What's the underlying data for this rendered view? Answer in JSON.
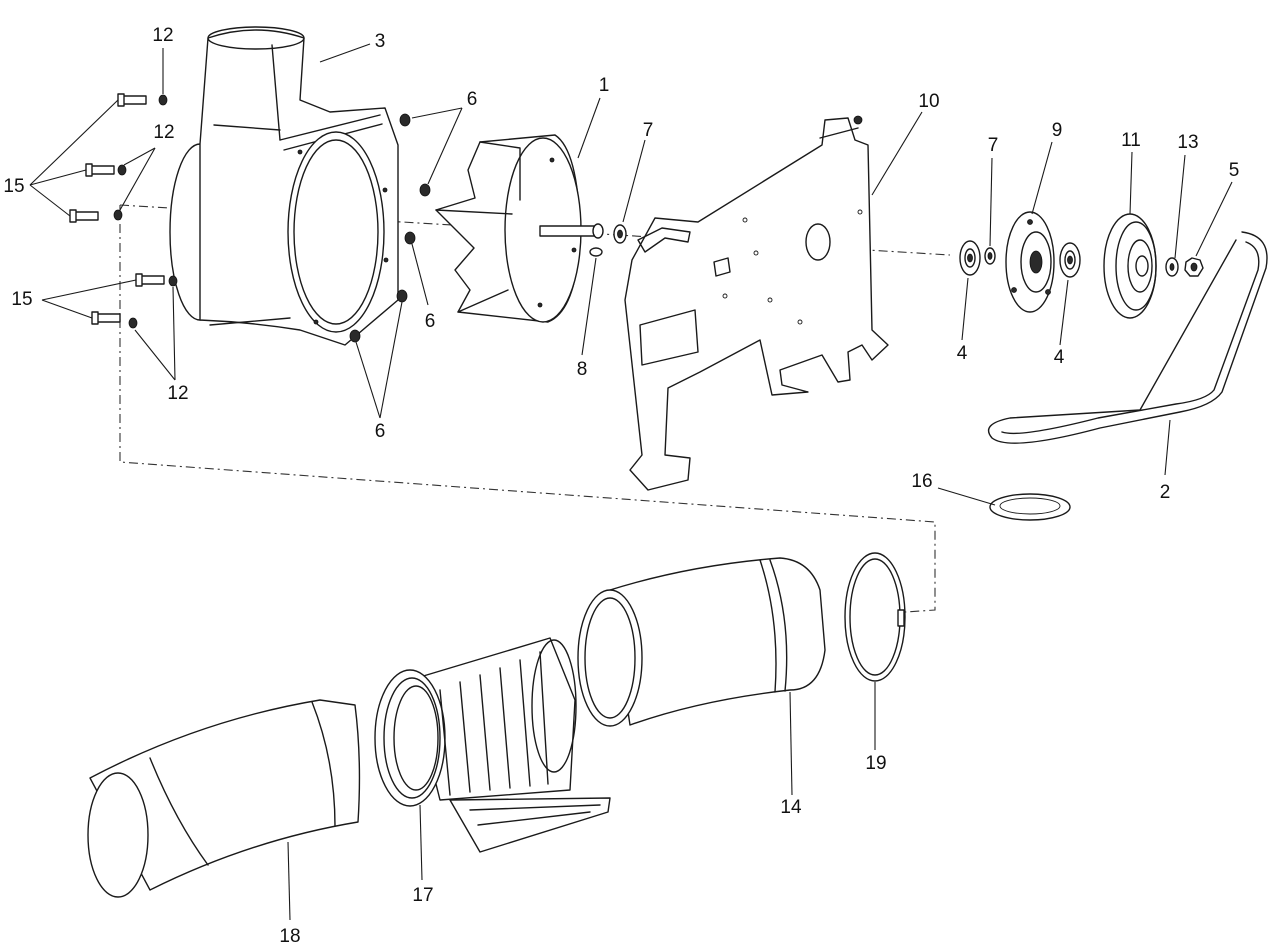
{
  "callouts": {
    "c1": "1",
    "c2": "2",
    "c3": "3",
    "c4a": "4",
    "c4b": "4",
    "c5": "5",
    "c6a": "6",
    "c6b": "6",
    "c6c": "6",
    "c7a": "7",
    "c7b": "7",
    "c8": "8",
    "c9": "9",
    "c10": "10",
    "c11": "11",
    "c12a": "12",
    "c12b": "12",
    "c12c": "12",
    "c13": "13",
    "c14": "14",
    "c15a": "15",
    "c15b": "15",
    "c16": "16",
    "c17": "17",
    "c18": "18",
    "c19": "19"
  }
}
